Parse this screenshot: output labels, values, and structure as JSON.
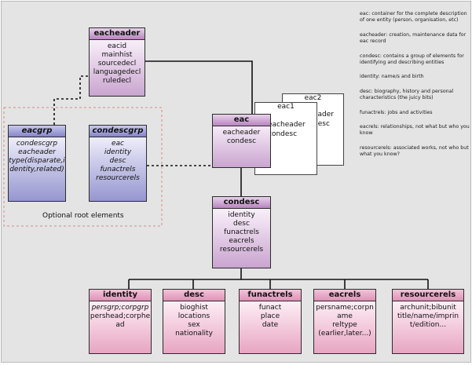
{
  "eacheader": {
    "title": "eacheader",
    "fields": [
      "eacid",
      "mainhist",
      "sourcedecl",
      "languagedecl",
      "ruledecl"
    ]
  },
  "eac": {
    "title": "eac",
    "fields": [
      "eacheader",
      "condesc"
    ]
  },
  "eac1": {
    "title": "eac1",
    "fields": [
      "eacheader",
      "condesc"
    ]
  },
  "eac2": {
    "title": "eac2",
    "fields": [
      "eader",
      "desc"
    ]
  },
  "eacgrp": {
    "title": "eacgrp",
    "fields": [
      "condescgrp",
      "eacheader",
      "type(disparate,i",
      "dentity,related)"
    ]
  },
  "condescgrp": {
    "title": "condescgrp",
    "fields": [
      "eac",
      "identity",
      "desc",
      "funactrels",
      "resourcerels"
    ]
  },
  "optional_caption": "Optional root elements",
  "condesc": {
    "title": "condesc",
    "fields": [
      "identity",
      "desc",
      "funactrels",
      "eacrels",
      "resourcerels"
    ]
  },
  "identity": {
    "title": "identity",
    "fields": [
      "persgrp;corpgrp",
      "pershead;corphe",
      "ad"
    ]
  },
  "desc": {
    "title": "desc",
    "fields": [
      "bioghist",
      "locations",
      "sex",
      "nationality"
    ]
  },
  "funactrels": {
    "title": "funactrels",
    "fields": [
      "funact",
      "place",
      "date"
    ]
  },
  "eacrels": {
    "title": "eacrels",
    "fields": [
      "persname;corpn",
      "ame",
      "reltype",
      "(earlier,later...)"
    ]
  },
  "resourcerels": {
    "title": "resourcerels",
    "fields": [
      "archunit;bibunit",
      "title/name/imprin",
      "t/edition..."
    ]
  },
  "notes": [
    "eac: container for the complete description of one entity (person, organisation, etc)",
    "eacheader: creation, maintenance data for eac record",
    "condesc: contains a group of elements for identifying and describing entities",
    "identity: name/s and birth",
    "desc: biography, history and personal characteristics (the juicy bits)",
    "funactrels: jobs and activities",
    "eacrels: relationships, not what but who you know",
    "resourcerels: associated works, not who but what you know?"
  ]
}
